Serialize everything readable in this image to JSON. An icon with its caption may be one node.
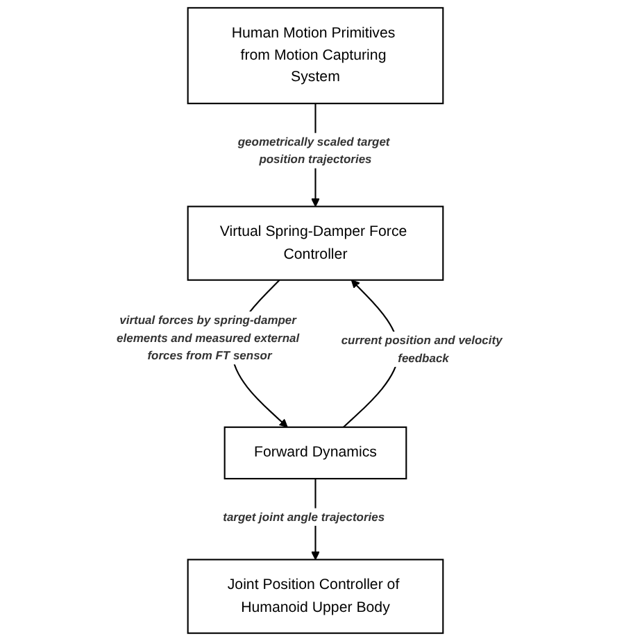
{
  "diagram": {
    "nodes": [
      {
        "text": [
          "Human Motion Primitives from Motion Capturing System"
        ]
      },
      {
        "text": [
          "Virtual Spring-Damper Force Controller"
        ]
      },
      {
        "text": [
          "Forward Dynamics"
        ]
      },
      {
        "text": [
          "Joint Position Controller of Humanoid Upper Body"
        ]
      }
    ],
    "edges": [
      {
        "from": 0,
        "to": 1,
        "arrow": "to",
        "label": "geometrically scaled target position trajectories"
      },
      {
        "from": 1,
        "to": 2,
        "arrow": "to",
        "label": "virtual forces by spring-damper elements and measured external forces from FT sensor"
      },
      {
        "from": 2,
        "to": 3,
        "arrow": "to",
        "label": "target joint angle trajectories"
      },
      {
        "from": 2,
        "to": 1,
        "arrow": "to",
        "label": "current position and velocity feedback"
      }
    ]
  }
}
